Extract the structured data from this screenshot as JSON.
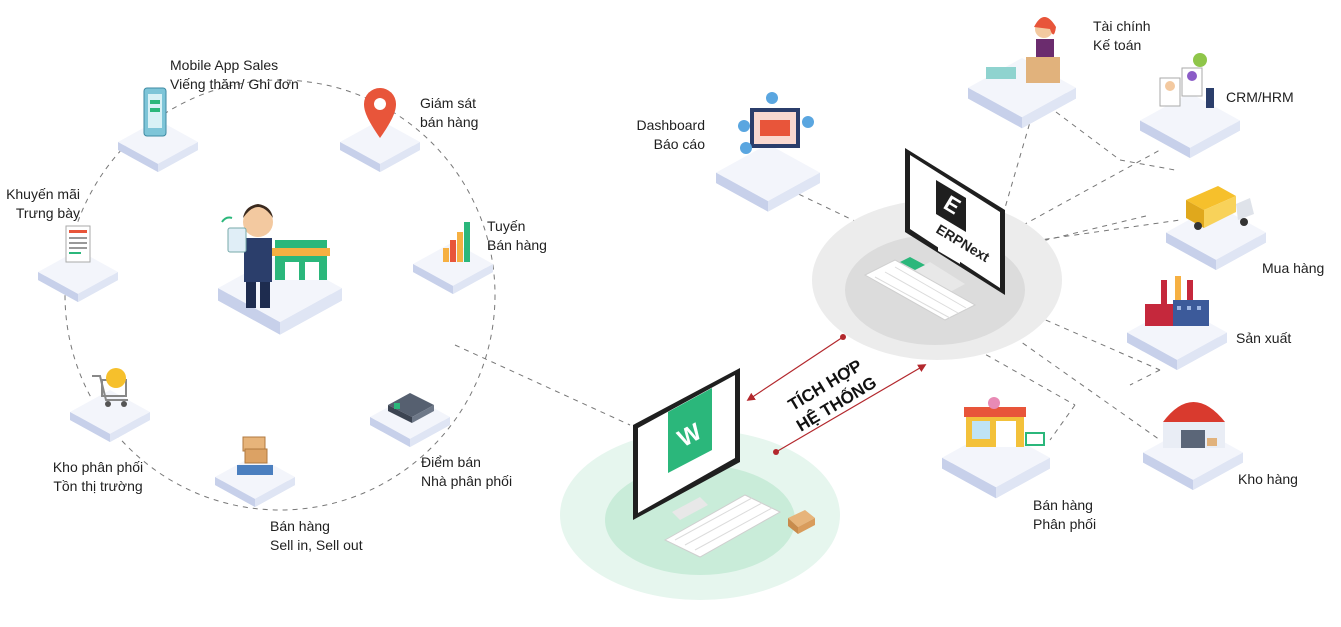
{
  "left_cluster": {
    "nodes": [
      {
        "id": "mobile",
        "line1": "Mobile App Sales",
        "line2": "Viếng thăm/ Ghi đơn",
        "icon": "mobile-phone-icon"
      },
      {
        "id": "giamsat",
        "line1": "Giám sát",
        "line2": "bán hàng",
        "icon": "location-pin-icon"
      },
      {
        "id": "tuyen",
        "line1": "Tuyến",
        "line2": "Bán hàng",
        "icon": "bar-chart-icon"
      },
      {
        "id": "diemban",
        "line1": "Điểm bán",
        "line2": "Nhà phân phối",
        "icon": "warehouse-icon"
      },
      {
        "id": "banhang",
        "line1": "Bán hàng",
        "line2": "Sell in, Sell out",
        "icon": "cart-with-boxes-icon"
      },
      {
        "id": "kho",
        "line1": "Kho phân phối",
        "line2": "Tồn thị trường",
        "icon": "shopping-cart-icon"
      },
      {
        "id": "km",
        "line1": "Khuyến mãi",
        "line2": "Trưng bày",
        "icon": "document-icon"
      }
    ],
    "center_icon": "salesman-with-shop-icon"
  },
  "integration": {
    "line1": "TÍCH HỢP",
    "line2": "HỆ THỐNG",
    "arrow_color": "#b3282d"
  },
  "erpnext": {
    "brand": "ERPNext",
    "logo_letter": "E",
    "icon": "erpnext-computer-icon"
  },
  "wms": {
    "logo_letter": "W",
    "icon": "w-computer-icon",
    "brand_color": "#2bb77b"
  },
  "right_nodes": [
    {
      "id": "dashboard",
      "line1": "Dashboard",
      "line2": "Báo cáo",
      "icon": "dashboard-monitor-icon"
    },
    {
      "id": "taichinh",
      "line1": "Tài chính",
      "line2": "Kế toán",
      "icon": "accountant-icon"
    },
    {
      "id": "crm",
      "line1": "CRM/HRM",
      "line2": "",
      "icon": "crm-profiles-icon"
    },
    {
      "id": "muahang",
      "line1": "Mua hàng",
      "line2": "",
      "icon": "delivery-truck-icon"
    },
    {
      "id": "sanxuat",
      "line1": "Sản xuất",
      "line2": "",
      "icon": "factory-icon"
    },
    {
      "id": "khohang",
      "line1": "Kho hàng",
      "line2": "",
      "icon": "storehouse-icon"
    },
    {
      "id": "phanphoi",
      "line1": "Bán hàng",
      "line2": "Phân phối",
      "icon": "store-front-icon"
    }
  ],
  "colors": {
    "platform_top": "#f1f3f9",
    "platform_side": "#d9dff0",
    "dashed": "#7a7a7a",
    "green_accent": "#2bb77b"
  }
}
